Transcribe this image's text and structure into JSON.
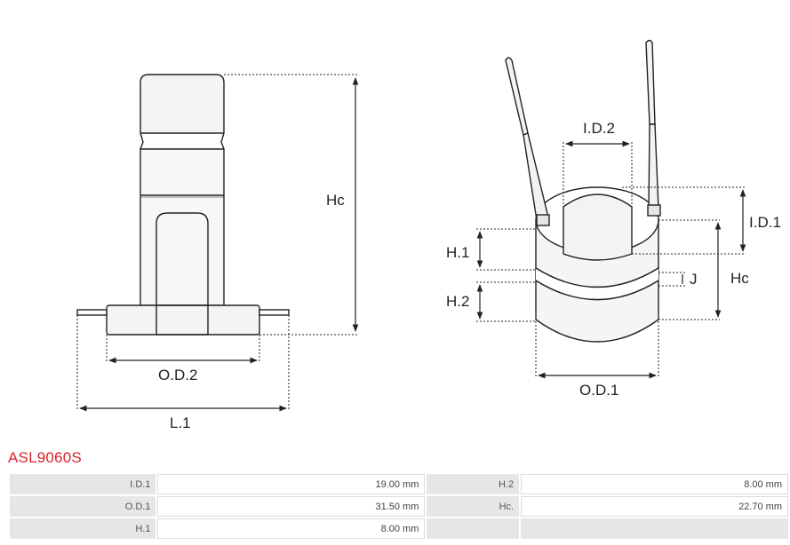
{
  "drawing": {
    "left_view": {
      "hc": "Hc",
      "od2": "O.D.2",
      "l1": "L.1"
    },
    "right_view": {
      "id2": "I.D.2",
      "id1": "I.D.1",
      "h1": "H.1",
      "h2": "H.2",
      "j": "J",
      "hc": "Hc",
      "od1": "O.D.1"
    }
  },
  "part_code": "ASL9060S",
  "specs": {
    "rows": [
      {
        "l1": "I.D.1",
        "v1": "19.00 mm",
        "l2": "H.2",
        "v2": "8.00 mm"
      },
      {
        "l1": "O.D.1",
        "v1": "31.50 mm",
        "l2": "Hc.",
        "v2": "22.70 mm"
      },
      {
        "l1": "H.1",
        "v1": "8.00 mm"
      }
    ]
  }
}
